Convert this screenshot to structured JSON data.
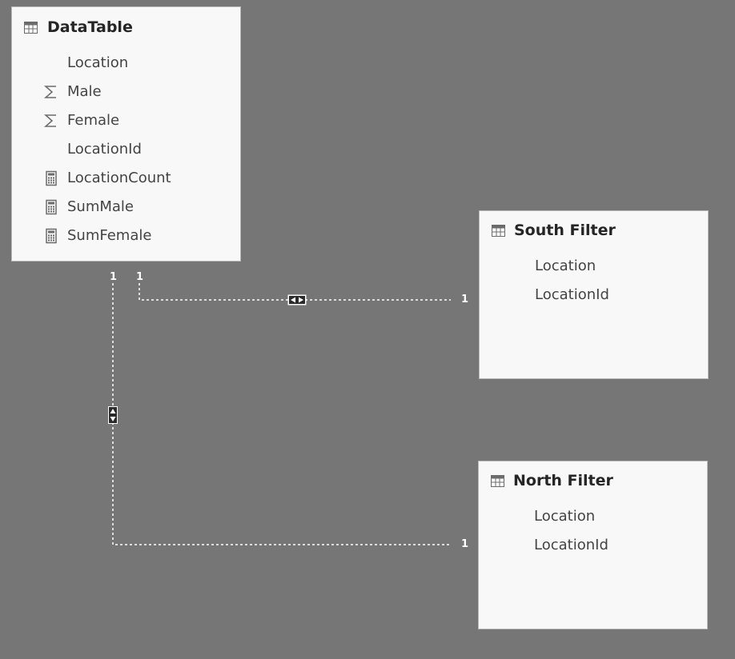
{
  "tables": {
    "data_table": {
      "title": "DataTable",
      "fields": [
        {
          "label": "Location",
          "icon": "none"
        },
        {
          "label": "Male",
          "icon": "sigma-icon"
        },
        {
          "label": "Female",
          "icon": "sigma-icon"
        },
        {
          "label": "LocationId",
          "icon": "none"
        },
        {
          "label": "LocationCount",
          "icon": "calculator-icon"
        },
        {
          "label": "SumMale",
          "icon": "calculator-icon"
        },
        {
          "label": "SumFemale",
          "icon": "calculator-icon"
        }
      ]
    },
    "south_filter": {
      "title": "South Filter",
      "fields": [
        {
          "label": "Location"
        },
        {
          "label": "LocationId"
        }
      ]
    },
    "north_filter": {
      "title": "North Filter",
      "fields": [
        {
          "label": "Location"
        },
        {
          "label": "LocationId"
        }
      ]
    }
  },
  "relationships": {
    "south": {
      "from_cardinality": "1",
      "to_cardinality": "1",
      "cross_filter": "both",
      "line_style": "dashed"
    },
    "north": {
      "from_cardinality": "1",
      "to_cardinality": "1",
      "cross_filter": "both",
      "line_style": "dashed"
    }
  },
  "colors": {
    "canvas": "#767676",
    "card": "#f8f8f8",
    "card_border": "#b9b9b9",
    "title_text": "#252525",
    "field_text": "#444444",
    "icon": "#6b6b6b",
    "relationship_line": "#ffffff"
  }
}
